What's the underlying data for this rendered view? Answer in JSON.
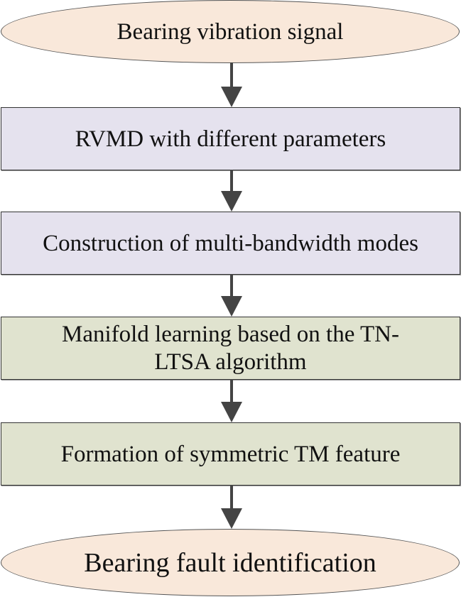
{
  "diagram": {
    "type": "flowchart",
    "direction": "top-to-bottom",
    "nodes": [
      {
        "id": "start",
        "shape": "ellipse",
        "label": "Bearing vibration signal",
        "fill": "#f9e8da"
      },
      {
        "id": "step1",
        "shape": "rectangle",
        "label": "RVMD with different parameters",
        "fill": "#e5e2ee"
      },
      {
        "id": "step2",
        "shape": "rectangle",
        "label": "Construction of multi-bandwidth modes",
        "fill": "#e5e2ee"
      },
      {
        "id": "step3",
        "shape": "rectangle",
        "label": "Manifold learning based on the TN-LTSA algorithm",
        "fill": "#e0e3cf"
      },
      {
        "id": "step4",
        "shape": "rectangle",
        "label": "Formation of symmetric TM feature",
        "fill": "#e0e3cf"
      },
      {
        "id": "end",
        "shape": "ellipse",
        "label": "Bearing fault identification",
        "fill": "#f9e8da"
      }
    ],
    "edges": [
      {
        "from": "start",
        "to": "step1"
      },
      {
        "from": "step1",
        "to": "step2"
      },
      {
        "from": "step2",
        "to": "step3"
      },
      {
        "from": "step3",
        "to": "step4"
      },
      {
        "from": "step4",
        "to": "end"
      }
    ],
    "arrow_color": "#444444"
  }
}
